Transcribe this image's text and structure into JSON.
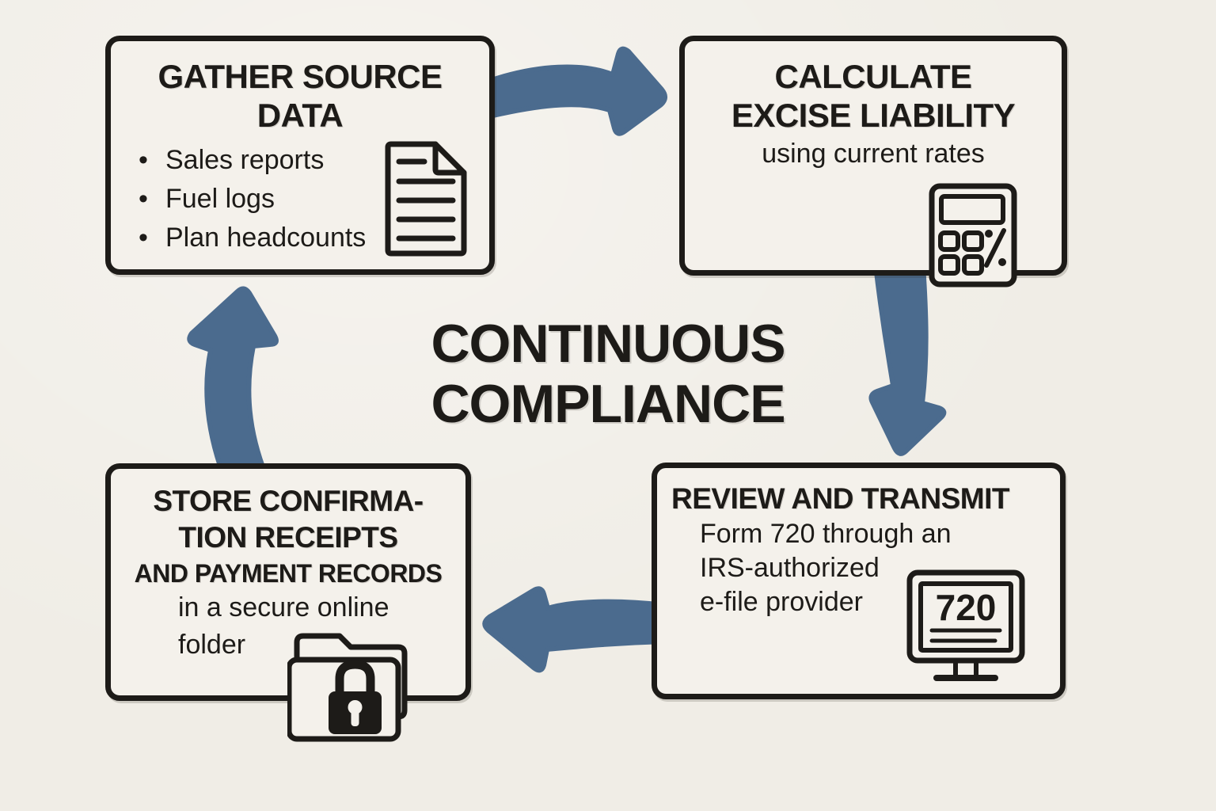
{
  "title": {
    "line1": "CONTINUOUS",
    "line2": "COMPLIANCE"
  },
  "colors": {
    "background": "#f0ede6",
    "box_fill": "#f4f1eb",
    "ink": "#1d1b18",
    "arrow": "#4b6b8e"
  },
  "boxes": {
    "gather": {
      "title_line1": "GATHER SOURCE",
      "title_line2": "DATA",
      "bullet_char": "•",
      "bullets": [
        "Sales reports",
        "Fuel logs",
        "Plan headcounts"
      ],
      "icon": "document-icon"
    },
    "calculate": {
      "title_line1": "CALCULATE",
      "title_line2": "EXCISE LIABILITY",
      "subtitle": "using current rates",
      "icon": "calculator-icon"
    },
    "review": {
      "title": "REVIEW AND TRANSMIT",
      "body_line1": "Form 720 through an",
      "body_line2": "IRS-authorized",
      "body_line3": "e-file provider",
      "monitor_label": "720",
      "icon": "monitor-icon"
    },
    "store": {
      "title_line1": "STORE CONFIRMA-",
      "title_line2": "TION RECEIPTS",
      "title_line3": "AND PAYMENT RECORDS",
      "body_line1": "in a secure online",
      "body_line2": "folder",
      "icon": "folder-lock-icon"
    }
  }
}
